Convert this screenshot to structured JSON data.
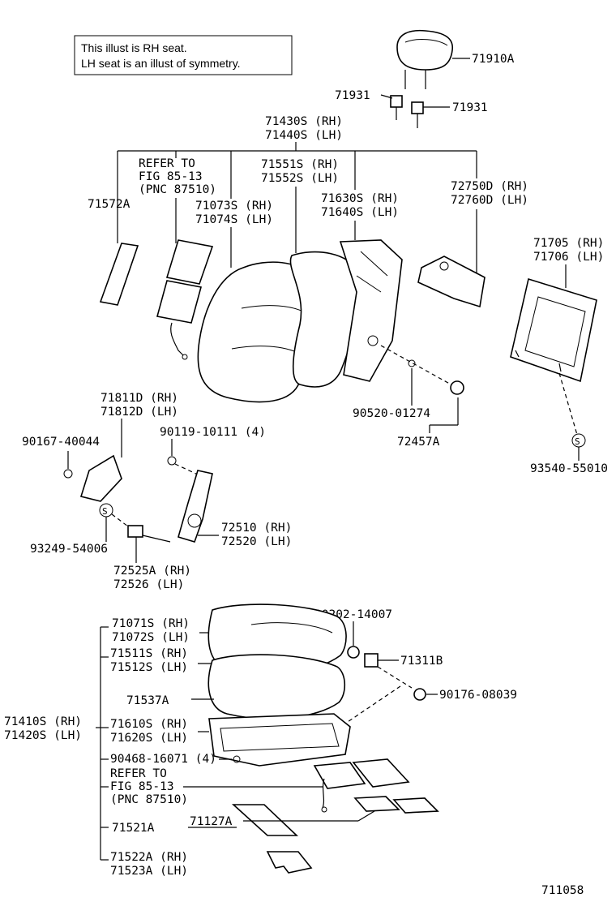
{
  "note": {
    "line1": "This illust is RH seat.",
    "line2": "LH seat is an illust of symmetry."
  },
  "labels": {
    "l71910A": "71910A",
    "l71931a": "71931",
    "l71931b": "71931",
    "l71430S": "71430S (RH)",
    "l71440S": "71440S (LH)",
    "refer1_a": "REFER TO",
    "refer1_b": "FIG 85-13",
    "refer1_c": "(PNC 87510)",
    "l71551S": "71551S (RH)",
    "l71552S": "71552S (LH)",
    "l71572A": "71572A",
    "l71073S": "71073S (RH)",
    "l71074S": "71074S (LH)",
    "l71630S": "71630S (RH)",
    "l71640S": "71640S (LH)",
    "l72750D": "72750D (RH)",
    "l72760D": "72760D (LH)",
    "l71705": "71705 (RH)",
    "l71706": "71706 (LH)",
    "l71811D": "71811D (RH)",
    "l71812D": "71812D (LH)",
    "l90119": "90119-10111 (4)",
    "l90167": "90167-40044",
    "l90520": "90520-01274",
    "l72457A": "72457A",
    "l93540": "93540-55010",
    "l72510": "72510 (RH)",
    "l72520": "72520 (LH)",
    "l93249": "93249-54006",
    "l72525A": "72525A (RH)",
    "l72526": "72526   (LH)",
    "l90202": "90202-14007",
    "l71071S": "71071S (RH)",
    "l71072S": "71072S (LH)",
    "l71311B": "71311B",
    "l71511S": "71511S (RH)",
    "l71512S": "71512S (LH)",
    "l90176": "90176-08039",
    "l71537A": "71537A",
    "l71410S": "71410S (RH)",
    "l71420S": "71420S (LH)",
    "l71610S": "71610S (RH)",
    "l71620S": "71620S (LH)",
    "l90468": "90468-16071 (4)",
    "refer2_a": "REFER TO",
    "refer2_b": "FIG 85-13",
    "refer2_c": "(PNC 87510)",
    "l71521A": "71521A",
    "l71127A": "71127A",
    "l71522A": "71522A (RH)",
    "l71523A": "71523A (LH)",
    "s_mark1": "S",
    "s_mark2": "S",
    "figno": "711058"
  }
}
